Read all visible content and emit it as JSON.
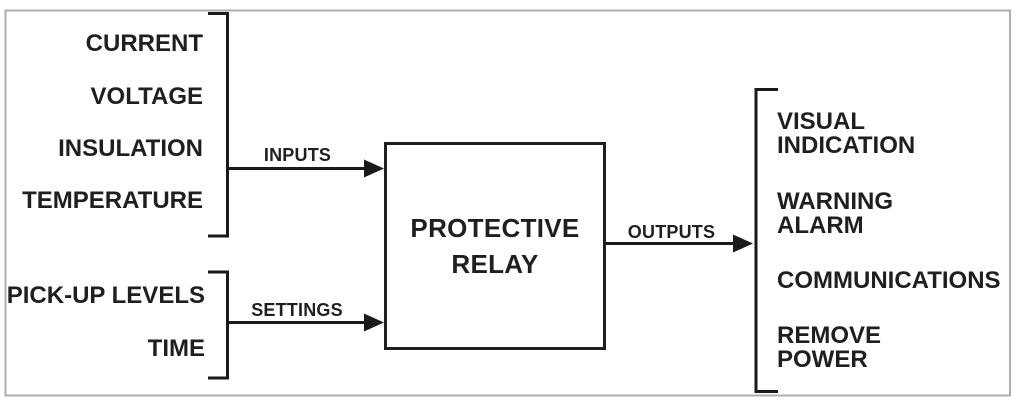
{
  "diagram": {
    "title_semantics": "Protective relay block diagram",
    "inputs_group": {
      "items": [
        "CURRENT",
        "VOLTAGE",
        "INSULATION",
        "TEMPERATURE"
      ],
      "arrow_label": "INPUTS"
    },
    "settings_group": {
      "items": [
        "PICK-UP LEVELS",
        "TIME"
      ],
      "arrow_label": "SETTINGS"
    },
    "relay_box": {
      "line1": "PROTECTIVE",
      "line2": "RELAY"
    },
    "outputs_group": {
      "arrow_label": "OUTPUTS",
      "items": [
        "VISUAL\nINDICATION",
        "WARNING\nALARM",
        "COMMUNICATIONS",
        "REMOVE\nPOWER"
      ]
    },
    "colors": {
      "line": "#1a1a1a",
      "text": "#1f1f1f",
      "frame_border": "#adadad",
      "background": "#ffffff"
    }
  }
}
